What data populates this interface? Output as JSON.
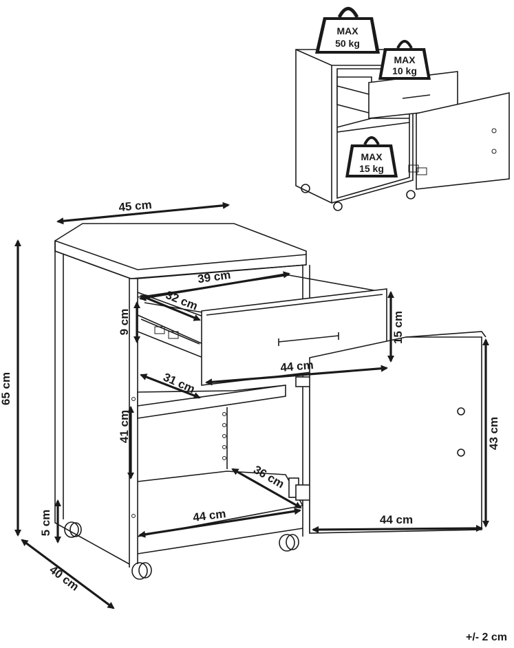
{
  "weights": {
    "top": {
      "line1": "MAX",
      "line2": "50 kg"
    },
    "drawer": {
      "line1": "MAX",
      "line2": "10 kg"
    },
    "shelf": {
      "line1": "MAX",
      "line2": "15 kg"
    }
  },
  "dimensions": {
    "total_width": "45 cm",
    "total_height": "65 cm",
    "total_depth": "40 cm",
    "drawer_inner_width": "39 cm",
    "drawer_inner_depth": "32 cm",
    "drawer_inner_height": "9 cm",
    "drawer_front_height": "15 cm",
    "drawer_front_width": "44 cm",
    "shelf_depth": "31 cm",
    "compartment_height": "41 cm",
    "bottom_depth": "36 cm",
    "bottom_width": "44 cm",
    "wheel_height": "5 cm",
    "door_height": "43 cm",
    "door_width": "44 cm"
  },
  "tolerance": "+/- 2 cm"
}
